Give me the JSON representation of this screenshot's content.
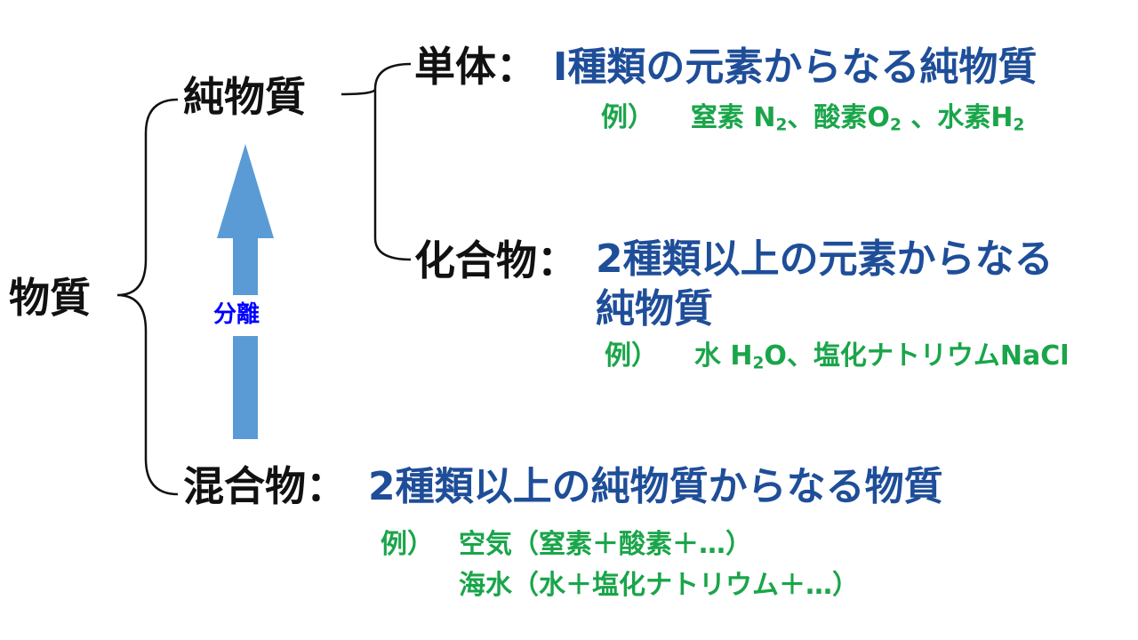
{
  "root": {
    "label": "物質"
  },
  "pure": {
    "label": "純物質",
    "element": {
      "label": "単体：",
      "definition": "I種類の元素からなる純物質",
      "example_prefix": "例）",
      "ex1_name": "窒素 N",
      "ex1_sub": "2",
      "ex2_name": "、酸素O",
      "ex2_sub": "2",
      "ex3_name": " 、水素H",
      "ex3_sub": "2"
    },
    "compound": {
      "label": "化合物：",
      "definition_line1": "2種類以上の元素からなる",
      "definition_line2": "純物質",
      "example_prefix": "例）",
      "ex1_name": "水 H",
      "ex1_sub": "2",
      "ex1_rest": "O",
      "ex2": "、塩化ナトリウムNaCl"
    }
  },
  "mixture": {
    "label": "混合物：",
    "definition": "2種類以上の純物質からなる物質",
    "example_prefix": "例）",
    "example_line1": "空気（窒素＋酸素＋…）",
    "example_line2": "海水（水＋塩化ナトリウム＋…）"
  },
  "arrow": {
    "label": "分離",
    "color": "#5b9bd5",
    "label_color": "#0000ff"
  },
  "colors": {
    "term": "#111111",
    "definition": "#1f4e99",
    "example": "#1aa54a"
  }
}
